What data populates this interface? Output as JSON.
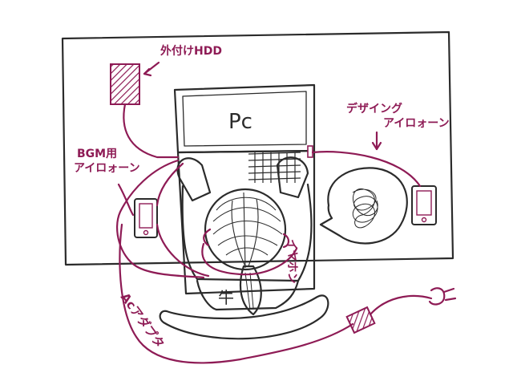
{
  "labels": {
    "hdd": "外付けHDD",
    "pc": "Pc",
    "bgm_iphone": "BGM用\nアイロォーン",
    "design_iphone": "デザイング\nアイロォーン",
    "earphone": "イヤホン",
    "ac_adapter": "Acアダプタ",
    "cow": "牛"
  },
  "colors": {
    "desk": "#c9a58c",
    "ink": "#2b2b2b",
    "cable": "#8e1b55",
    "background": "#ffffff"
  }
}
